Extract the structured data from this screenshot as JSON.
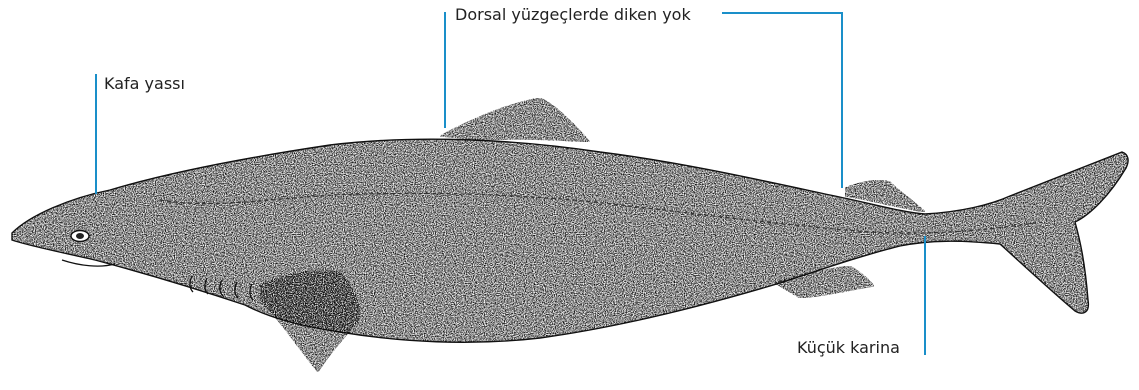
{
  "diagram": {
    "subject": "Greenland shark illustration",
    "callout_color": "#1a8fc9",
    "labels": {
      "dorsal_fins": "Dorsal yüzgeçlerde diken yok",
      "flat_head": "Kafa yassı",
      "small_keel": "Küçük karina"
    }
  }
}
